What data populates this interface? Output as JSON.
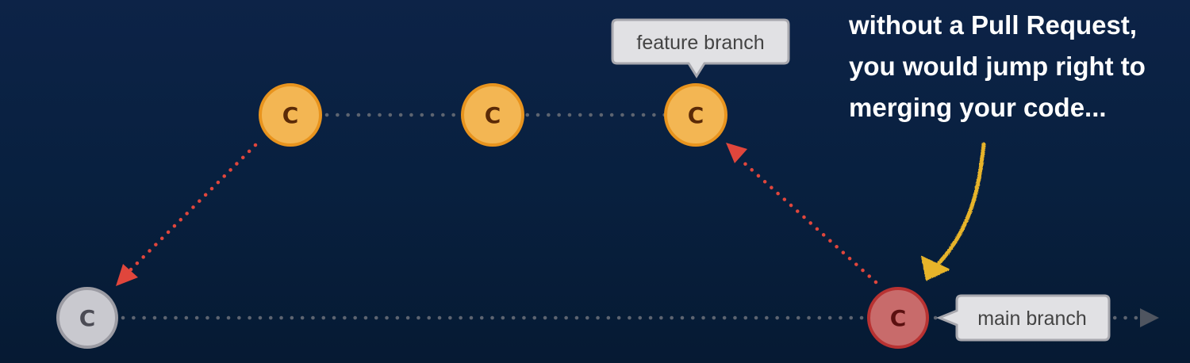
{
  "nodes": [
    {
      "id": "main-start",
      "label": "C",
      "branch": "main",
      "color": "#c9c9cf",
      "stroke": "#9b9ba3",
      "text_color": "#4c4c55"
    },
    {
      "id": "feature-1",
      "label": "C",
      "branch": "feature",
      "color": "#f3b653",
      "stroke": "#e8941e",
      "text_color": "#5a2a07"
    },
    {
      "id": "feature-2",
      "label": "C",
      "branch": "feature",
      "color": "#f3b653",
      "stroke": "#e8941e",
      "text_color": "#5a2a07"
    },
    {
      "id": "feature-3",
      "label": "C",
      "branch": "feature",
      "color": "#f3b653",
      "stroke": "#e8941e",
      "text_color": "#5a2a07"
    },
    {
      "id": "main-merge",
      "label": "C",
      "branch": "main",
      "color": "#c86b6b",
      "stroke": "#b83232",
      "text_color": "#5a1010"
    }
  ],
  "labels": {
    "feature_branch": "feature branch",
    "main_branch": "main branch"
  },
  "callout": {
    "lines": [
      "without a Pull Request,",
      "you would jump right to",
      "merging your code..."
    ]
  },
  "colors": {
    "background": "#0a2244",
    "connector_dots": "#5d6470",
    "arrow_red": "#e0463c",
    "annotation_arrow": "#e7b429",
    "label_bg": "#e1e1e4",
    "label_border": "#a8a8ae",
    "label_text": "#444444"
  }
}
